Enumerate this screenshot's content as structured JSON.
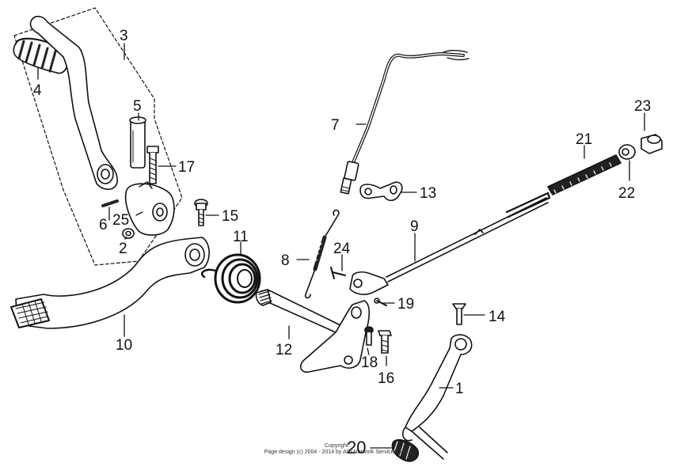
{
  "labels": {
    "l1": "1",
    "l2": "2",
    "l3": "3",
    "l4": "4",
    "l5": "5",
    "l6": "6",
    "l7": "7",
    "l8": "8",
    "l9": "9",
    "l10": "10",
    "l11": "11",
    "l12": "12",
    "l13": "13",
    "l14": "14",
    "l15": "15",
    "l16": "16",
    "l17": "17",
    "l18": "18",
    "l19": "19",
    "l20": "20",
    "l21": "21",
    "l22": "22",
    "l23": "23",
    "l24": "24",
    "l25": "25"
  },
  "copyright": {
    "line1": "Copyright",
    "line2": "Page design (c) 2004 - 2014 by ARI Network Services, Inc."
  }
}
